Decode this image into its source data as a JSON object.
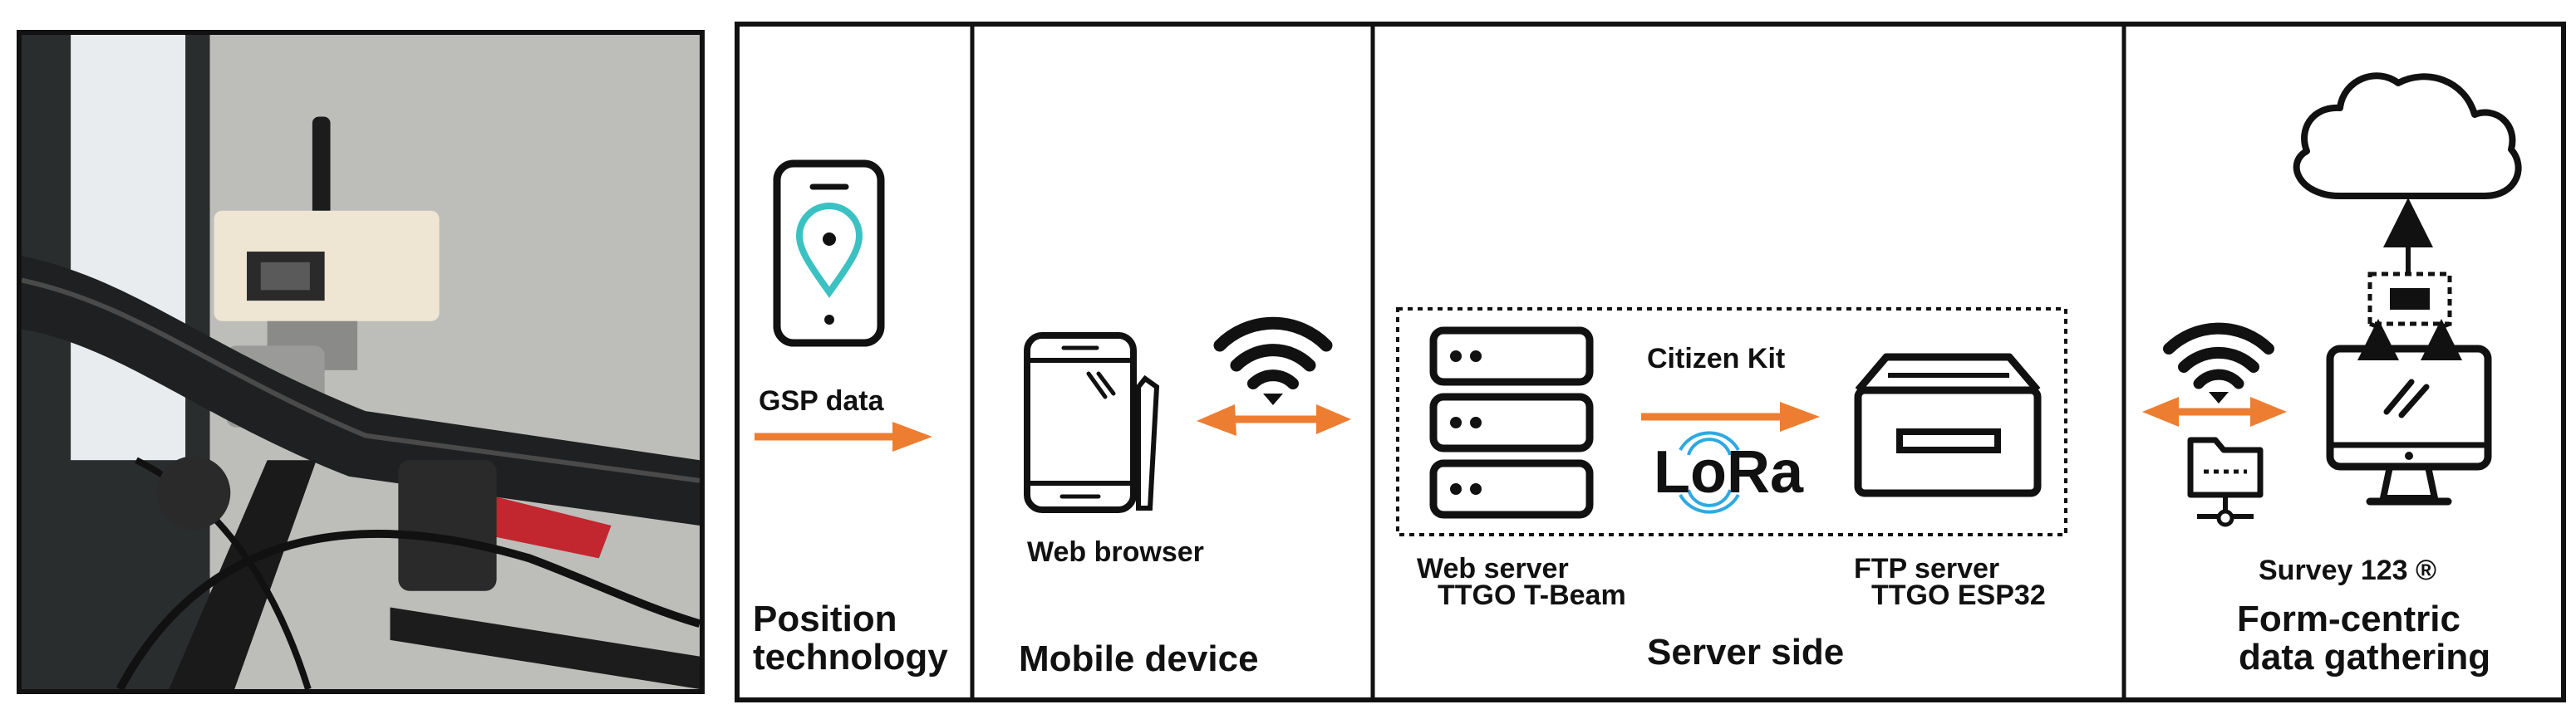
{
  "panels": {
    "position": {
      "title_line1": "Position",
      "title_line2": "technology",
      "data_label": "GSP data"
    },
    "mobile": {
      "title": "Mobile device",
      "browser_label": "Web browser"
    },
    "server": {
      "title": "Server side",
      "kit_label": "Citizen Kit",
      "lora_logo": "LoRa",
      "web_server_line1": "Web server",
      "web_server_line2": "TTGO T-Beam",
      "ftp_server_line1": "FTP server",
      "ftp_server_line2": "TTGO ESP32"
    },
    "form": {
      "survey_label": "Survey 123 ®",
      "title_line1": "Form-centric",
      "title_line2": "data gathering"
    }
  },
  "colors": {
    "arrow_orange": "#ED7D31",
    "pin_teal": "#3CC1C3",
    "lora_blue": "#2FA8E0",
    "stroke": "#111111"
  },
  "icons": [
    "location-pin-icon",
    "smartphone-icon",
    "stylus-icon",
    "wifi-icon",
    "server-rack-icon",
    "archive-tray-icon",
    "cloud-icon",
    "desktop-monitor-icon",
    "network-folder-icon",
    "radio-waves-icon"
  ]
}
